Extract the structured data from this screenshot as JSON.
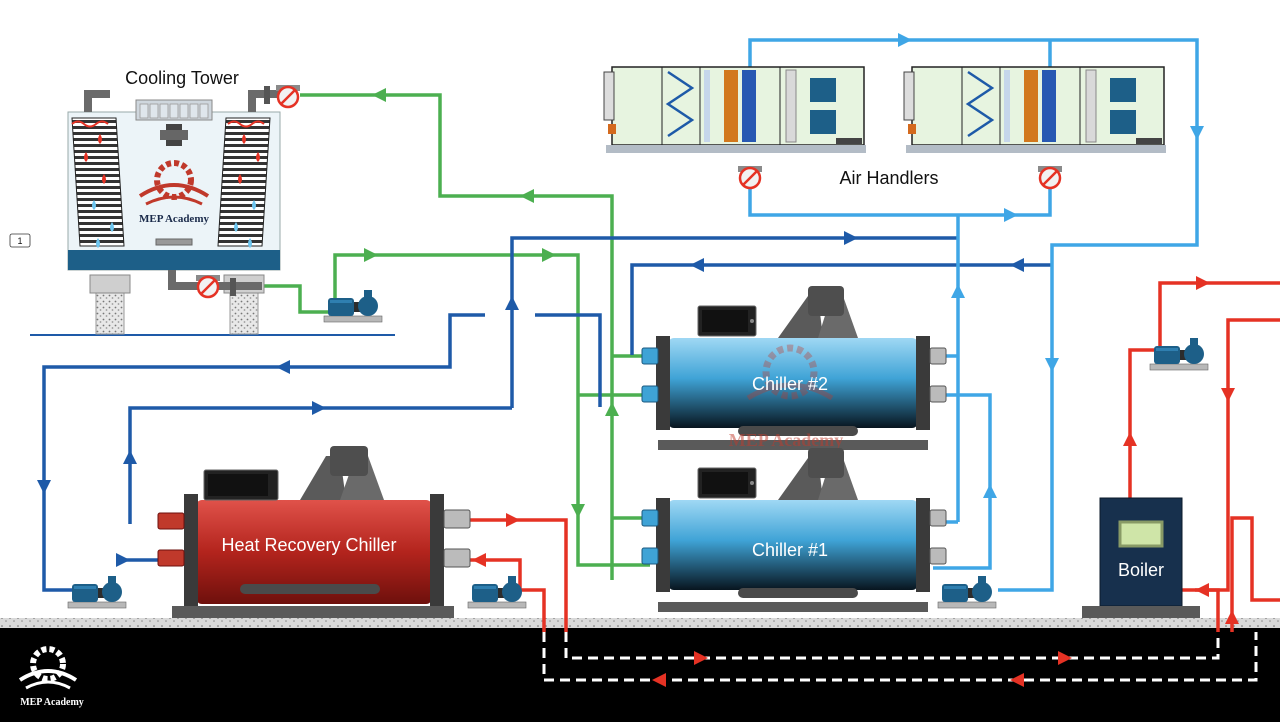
{
  "labels": {
    "cooling_tower": "Cooling Tower",
    "air_handlers": "Air Handlers",
    "chiller_2": "Chiller #2",
    "chiller_1": "Chiller #1",
    "heat_recovery_chiller": "Heat Recovery Chiller",
    "boiler": "Boiler",
    "page_badge": "1"
  },
  "branding": {
    "tower_logo_text": "MEP Academy",
    "watermark_text": "MEP Academy",
    "corner_logo_text": "MEP Academy"
  },
  "colors": {
    "condenser_water": "#4caf50",
    "chilled_water_supply": "#1e5aa8",
    "chilled_water_return": "#3fa6e6",
    "hot_water": "#e53224",
    "ground": "#000000",
    "chiller_body": "#3fa3d6",
    "heat_recovery_body": "#b3241d",
    "boiler_body": "#17304d"
  },
  "icons": {
    "pump": "pump-icon",
    "valve": "valve-icon",
    "fan": "fan-icon",
    "gear_logo": "gear-logo-icon",
    "flow_arrow": "flow-arrow-icon"
  }
}
